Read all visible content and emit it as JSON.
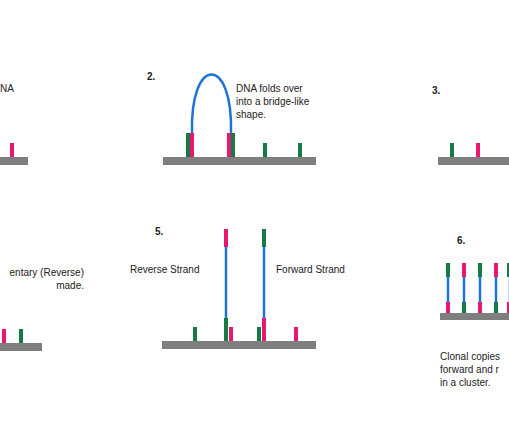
{
  "diagram": {
    "labels": [
      "NA",
      "2.",
      "DNA folds over into a bridge-like shape.",
      "3.",
      "entary (Reverse) made.",
      "5.",
      "Reverse Strand",
      "Forward Strand",
      "6.",
      "Clonal copies forward and r in a cluster."
    ]
  }
}
